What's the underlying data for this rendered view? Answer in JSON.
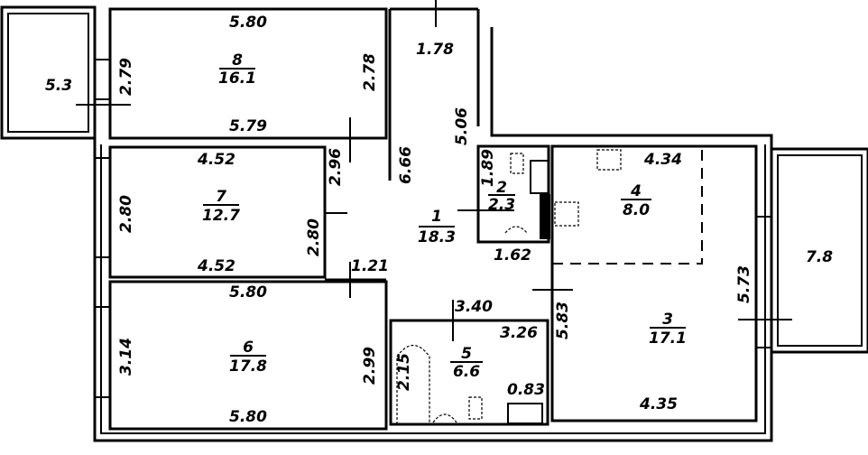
{
  "rooms": [
    {
      "number": "1",
      "area": "18.3"
    },
    {
      "number": "2",
      "area": "2.3"
    },
    {
      "number": "3",
      "area": "17.1"
    },
    {
      "number": "4",
      "area": "8.0"
    },
    {
      "number": "5",
      "area": "6.6"
    },
    {
      "number": "6",
      "area": "17.8"
    },
    {
      "number": "7",
      "area": "12.7"
    },
    {
      "number": "8",
      "area": "16.1"
    }
  ],
  "balconies": [
    "5.3",
    "7.8"
  ],
  "dimensions": {
    "r8_top": "5.80",
    "r8_left": "2.79",
    "r8_right": "2.78",
    "r8_bottom": "5.79",
    "hall_top": "1.78",
    "hall_right": "5.06",
    "hall_left": "6.66",
    "r7_top": "4.52",
    "r7_left": "2.80",
    "r7_right_upper": "2.96",
    "r7_right": "2.80",
    "r7_bottom": "4.52",
    "door_121": "1.21",
    "r2_left": "1.89",
    "r2_bottom": "1.62",
    "r4_top": "4.34",
    "r3_left": "5.83",
    "r3_right": "5.73",
    "r3_bottom": "4.35",
    "r5_top_outer": "3.40",
    "r5_top": "3.26",
    "r5_left": "2.15",
    "r5_small": "0.83",
    "r6_top": "5.80",
    "r6_left": "3.14",
    "r6_right": "2.99",
    "r6_bottom": "5.80"
  }
}
